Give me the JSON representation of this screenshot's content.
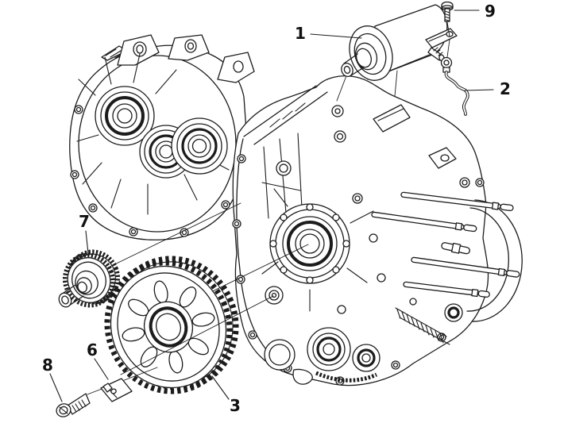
{
  "colors": {
    "background": "#ffffff",
    "line": "#1c1c1c",
    "label": "#111111"
  },
  "callouts": [
    {
      "label": "1"
    },
    {
      "label": "2"
    },
    {
      "label": "3"
    },
    {
      "label": "6"
    },
    {
      "label": "7"
    },
    {
      "label": "8"
    },
    {
      "label": "9"
    }
  ]
}
